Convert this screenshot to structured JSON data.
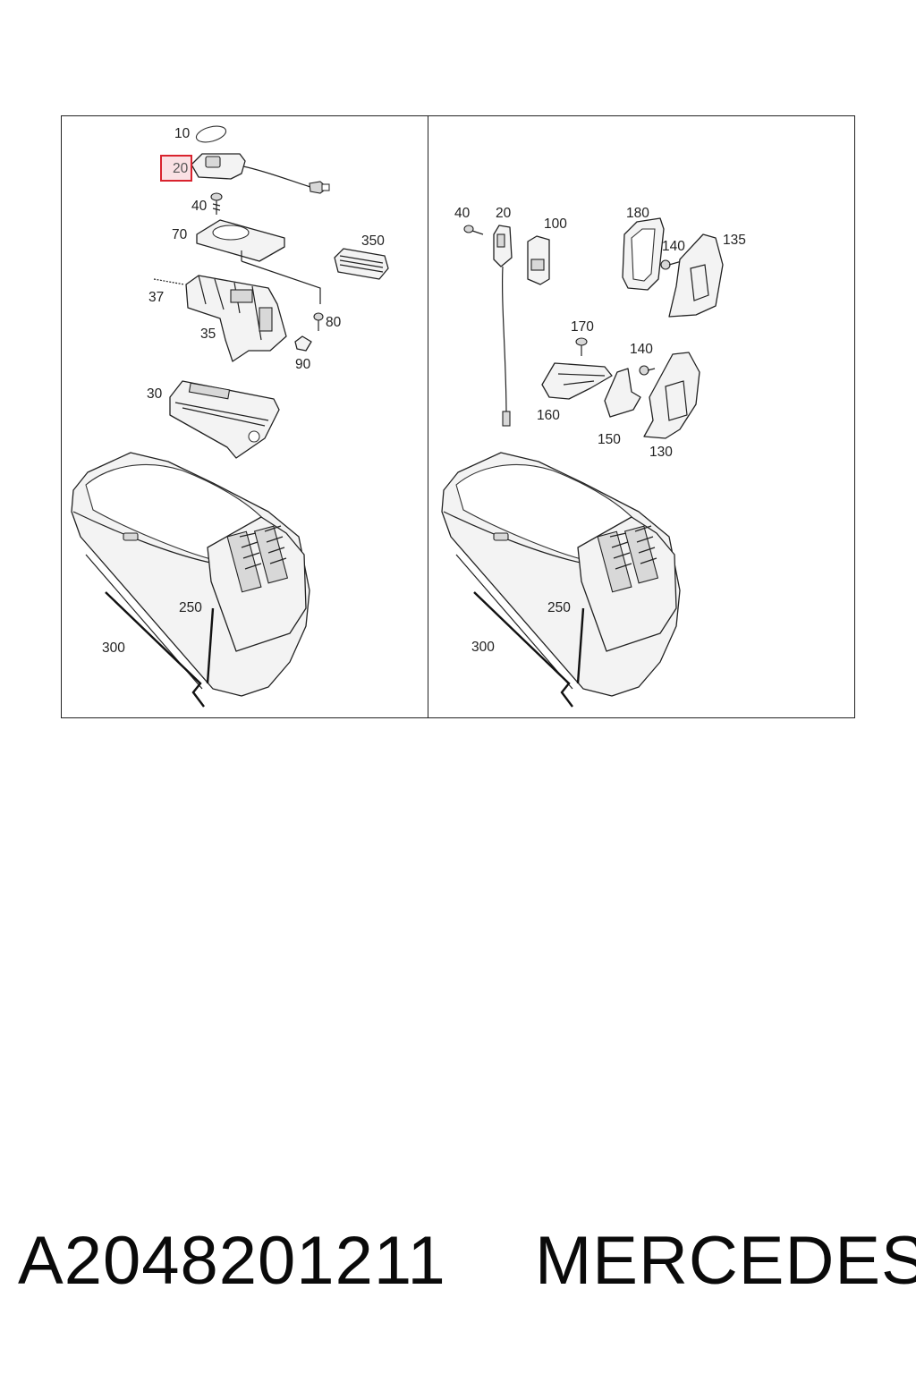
{
  "diagram": {
    "highlight_color": "#d9232e",
    "left_panel": {
      "labels": {
        "l10": "10",
        "l20": "20",
        "l40": "40",
        "l70": "70",
        "l350": "350",
        "l37": "37",
        "l80": "80",
        "l35": "35",
        "l90": "90",
        "l30": "30",
        "l250": "250",
        "l300": "300"
      },
      "highlighted_label": "20"
    },
    "right_panel": {
      "labels": {
        "l40": "40",
        "l20": "20",
        "l100": "100",
        "l180": "180",
        "l140a": "140",
        "l135": "135",
        "l170": "170",
        "l140b": "140",
        "l160": "160",
        "l150": "150",
        "l130": "130",
        "l250": "250",
        "l300": "300"
      }
    }
  },
  "caption": {
    "part_number": "A2048201211",
    "brand": "MERCEDES"
  }
}
